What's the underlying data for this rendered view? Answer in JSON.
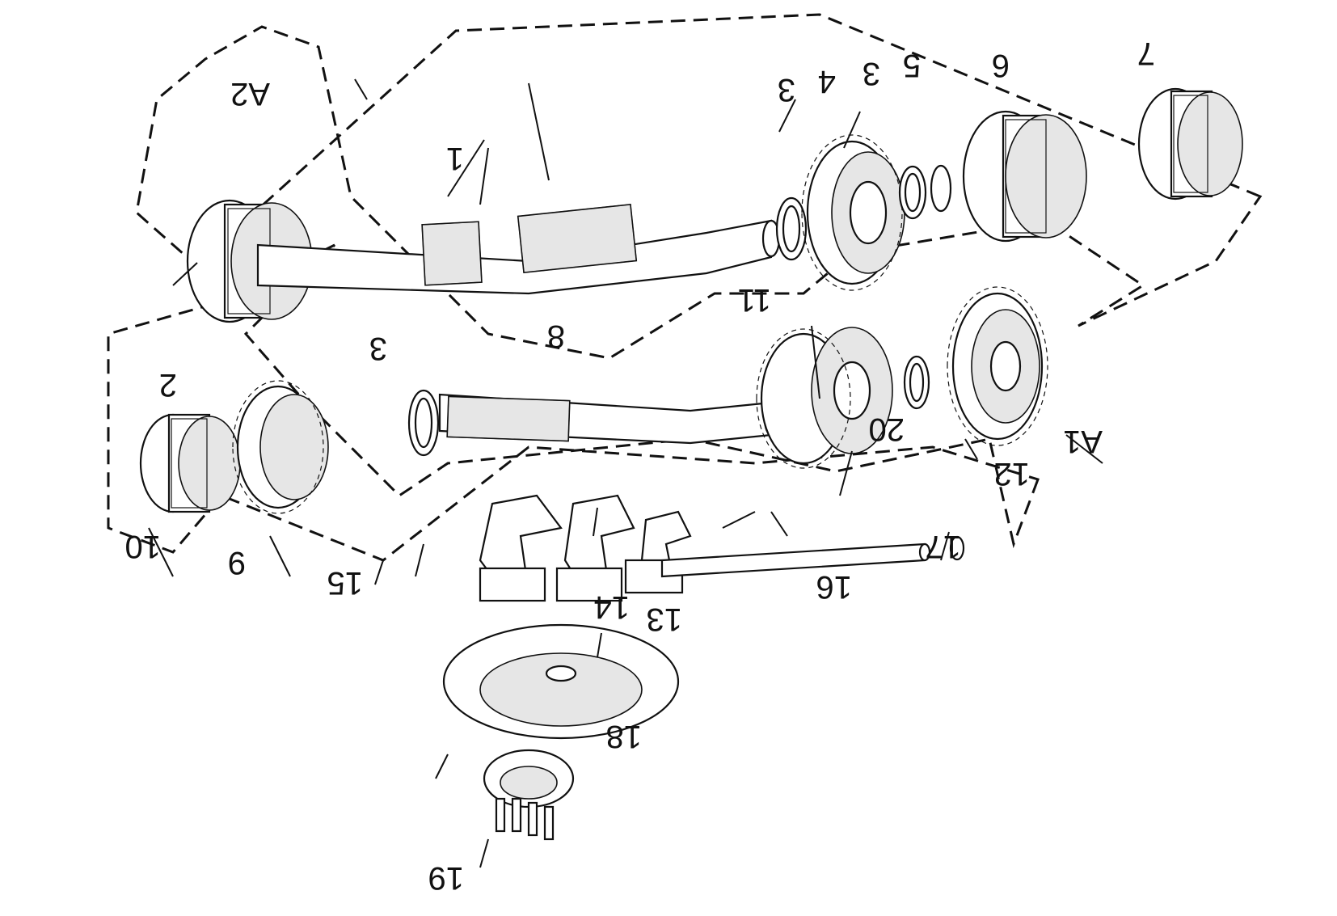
{
  "diagram": {
    "orientation": "rotated-180",
    "assemblies": [
      {
        "id": "A1",
        "label": "A1"
      },
      {
        "id": "A2",
        "label": "A2"
      }
    ],
    "callouts": [
      "1",
      "2",
      "3",
      "3",
      "3",
      "4",
      "5",
      "6",
      "7",
      "8",
      "9",
      "10",
      "11",
      "12",
      "13",
      "14",
      "15",
      "16",
      "17",
      "18",
      "19",
      "20"
    ]
  }
}
